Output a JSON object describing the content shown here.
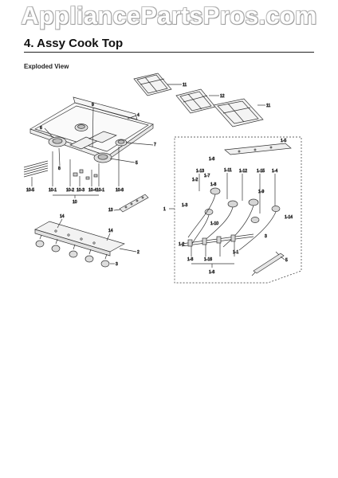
{
  "watermark": "AppliancePartsPros.com",
  "section_title": "4.  Assy Cook Top",
  "subtitle": "Exploded View",
  "callouts": {
    "c11a": "11",
    "c12": "12",
    "c11b": "11",
    "c9": "9",
    "c4": "4",
    "c6": "6",
    "c7": "7",
    "c8": "8",
    "c5": "5",
    "c10_1": "10-1",
    "c10_2": "10-2",
    "c10_3": "10-3",
    "c10_4": "10-4",
    "c10_5": "10-5",
    "c10_1b": "10-1",
    "c10_6": "10-6",
    "c10": "10",
    "c13": "13",
    "c14a": "14",
    "c14b": "14",
    "c2": "2",
    "c3": "3",
    "c1": "1",
    "c1_5": "1-5",
    "c1_6top": "1-6",
    "c1_13": "1-13",
    "c1_11": "1-11",
    "c1_12": "1-12",
    "c1_15": "1-15",
    "c1_4": "1-4",
    "c1_2": "1-2",
    "c1_7": "1-7",
    "c1_8": "1-8",
    "c1_9": "1-9",
    "c1_3": "1-3",
    "c1_10": "1-10",
    "c1_14": "1-14",
    "c3b": "3",
    "c1_2b": "1-2",
    "c1_1": "1-1",
    "c1_8b": "1-8",
    "c1_16": "1-16",
    "c1_6": "1-6",
    "c5b": "5"
  }
}
